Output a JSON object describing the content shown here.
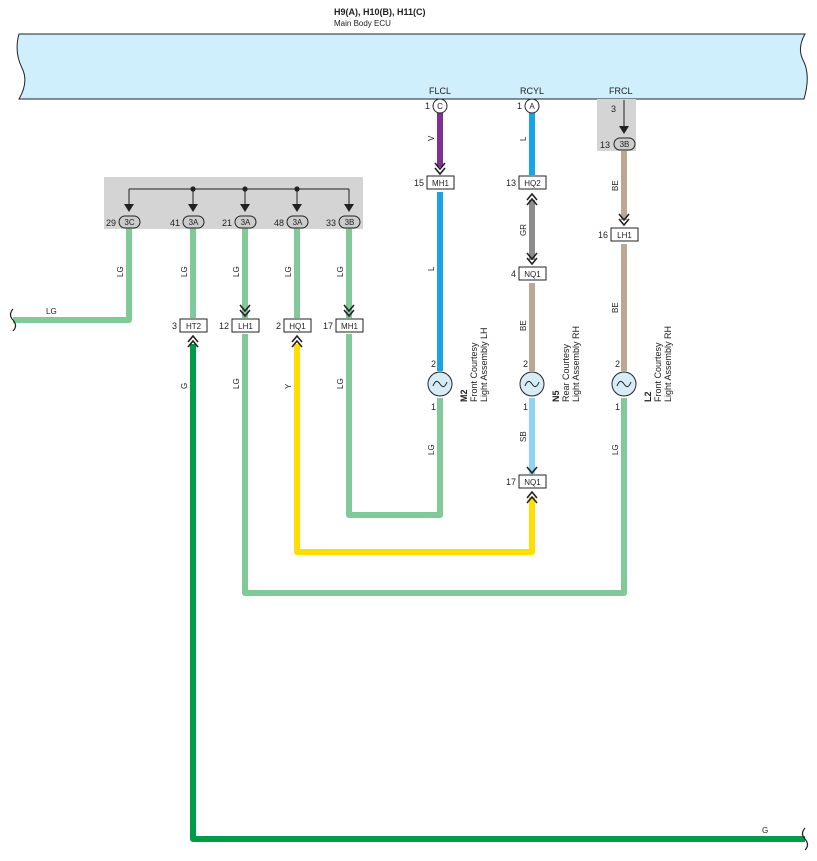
{
  "ecu": {
    "connectors": "H9(A), H10(B), H11(C)",
    "name": "Main Body ECU"
  },
  "terminals": {
    "flcl": "FLCL",
    "rcyl": "RCYL",
    "frcl": "FRCL"
  },
  "pin_numbers": {
    "flcl_pin": "1",
    "rcyl_pin": "1",
    "frcl_pin": "3",
    "frcl_3b_pin": "13",
    "jc1": "29",
    "jc2": "41",
    "jc3": "21",
    "jc4": "48",
    "jc5": "33",
    "mh1_top": "15",
    "hq2": "13",
    "nq1_top": "4",
    "lh1_right": "16",
    "ht2": "3",
    "lh1_left": "12",
    "hq1": "2",
    "mh1_left": "17",
    "m2_2": "2",
    "m2_1": "1",
    "n5_2": "2",
    "n5_1": "1",
    "l2_2": "2",
    "l2_1": "1",
    "nq1_bottom": "17"
  },
  "pin_tags": {
    "flcl": "C",
    "rcyl": "A",
    "frcl_bottom": "3B",
    "jc1": "3C",
    "jc2": "3A",
    "jc3": "3A",
    "jc4": "3A",
    "jc5": "3B"
  },
  "connector_ids": {
    "mh1_top": "MH1",
    "hq2": "HQ2",
    "nq1_top": "NQ1",
    "lh1_right": "LH1",
    "ht2": "HT2",
    "lh1_left": "LH1",
    "hq1": "HQ1",
    "mh1_left": "MH1",
    "nq1_bottom": "NQ1"
  },
  "wire_colors": {
    "left_in": "LG",
    "jc1_down": "LG",
    "jc2_down": "LG",
    "jc3_down": "LG",
    "jc4_down": "LG",
    "jc5_down": "LG",
    "ht2_down": "G",
    "lh1_left_down": "LG",
    "hq1_down": "Y",
    "mh1_left_down": "LG",
    "flcl_down": "V",
    "m2_upper": "L",
    "m2_lower": "LG",
    "rcyl_down": "L",
    "hq2_down": "GR",
    "n5_upper": "BE",
    "n5_lower": "SB",
    "frcl_down": "BE",
    "l2_upper": "BE",
    "l2_lower": "LG",
    "bottom_out": "G"
  },
  "components": {
    "m2": {
      "code": "M2",
      "line1": "Front Courtesy",
      "line2": "Light Assembly LH"
    },
    "n5": {
      "code": "N5",
      "line1": "Rear Courtesy",
      "line2": "Light Assembly RH"
    },
    "l2": {
      "code": "L2",
      "line1": "Front Courtesy",
      "line2": "Light Assembly RH"
    }
  },
  "colors": {
    "ecu_fill": "#cfeffc",
    "LG": "#82c99a",
    "G": "#009b48",
    "V": "#7b3294",
    "L": "#1aa3e8",
    "GR": "#8c8c8c",
    "BE": "#bba892",
    "SB": "#8fd4f2",
    "Y": "#ffde00"
  }
}
